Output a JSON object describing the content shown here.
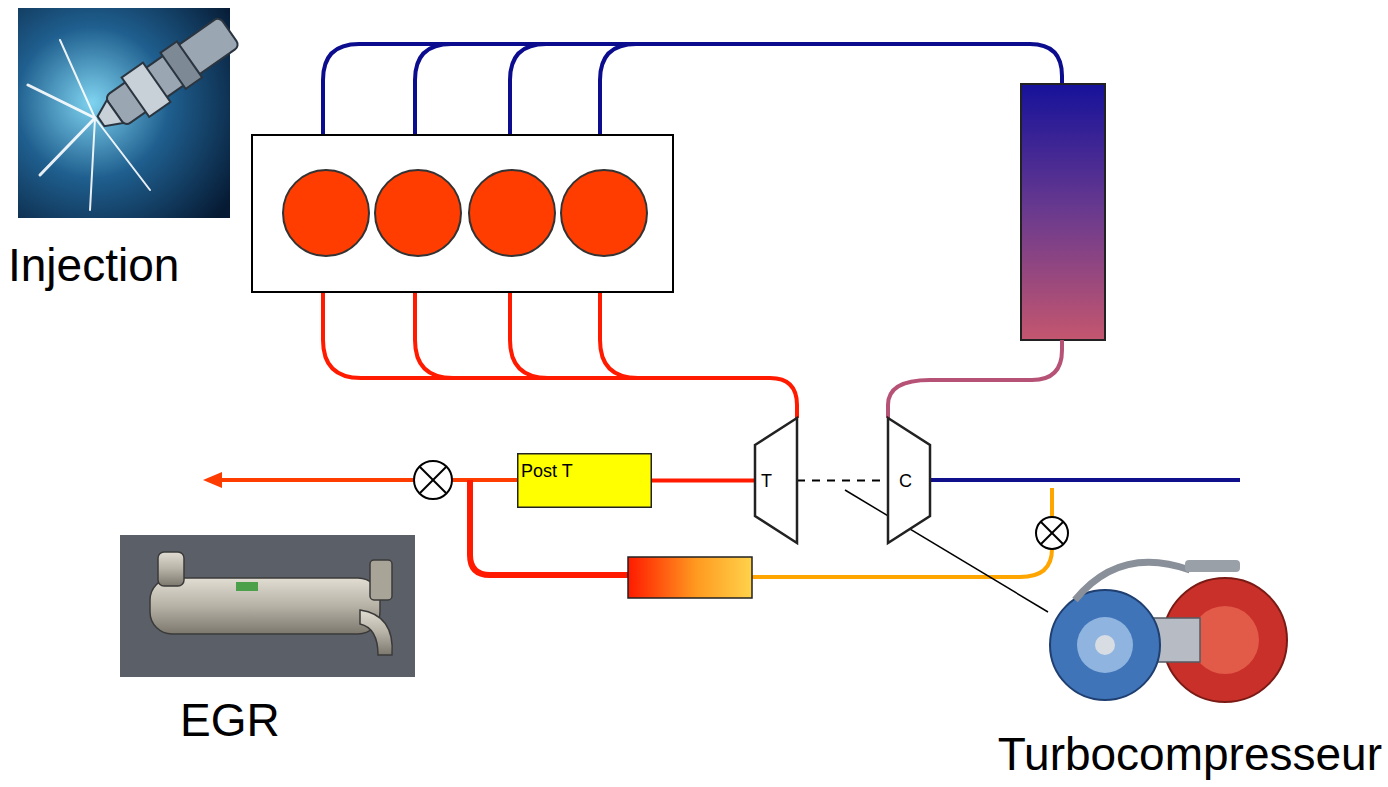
{
  "diagram": {
    "nodes": [
      {
        "text": [
          "Post T"
        ]
      },
      {
        "text": [
          "T"
        ]
      },
      {
        "text": [
          "C"
        ]
      }
    ],
    "edges": [
      {
        "from": 1,
        "to": 0,
        "arrow": "none"
      },
      {
        "from": 1,
        "to": 2,
        "arrow": "none"
      }
    ],
    "labels": [
      "Injection",
      "EGR",
      "Turbocompresseur"
    ]
  }
}
